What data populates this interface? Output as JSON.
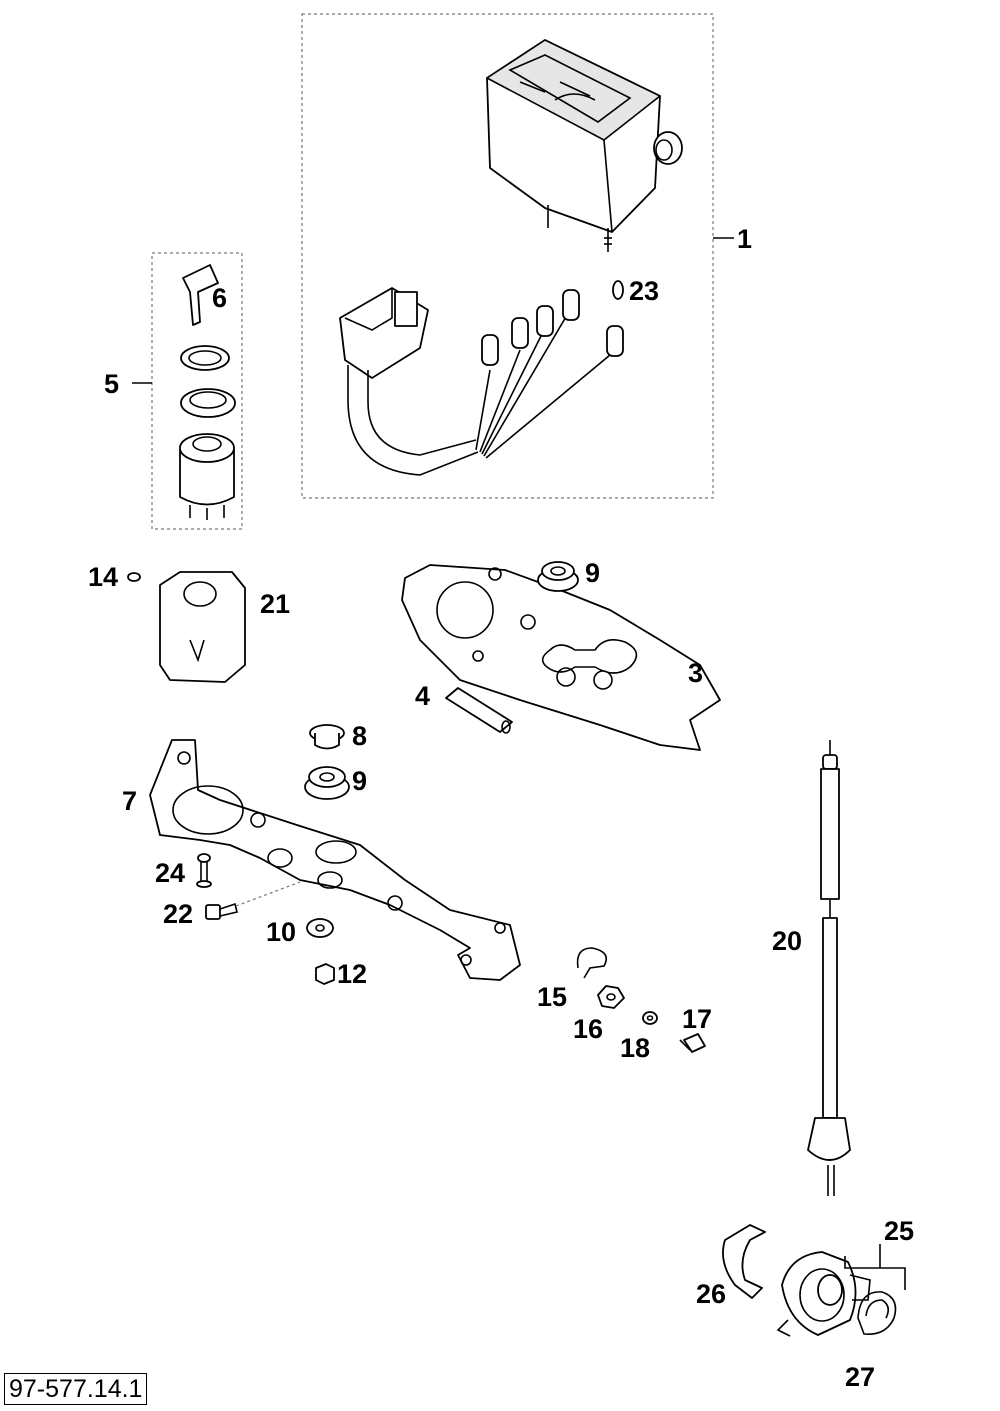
{
  "diagram": {
    "labels": {
      "p1": "1",
      "p3": "3",
      "p4": "4",
      "p5": "5",
      "p6": "6",
      "p7": "7",
      "p8": "8",
      "p9a": "9",
      "p9b": "9",
      "p10": "10",
      "p12": "12",
      "p14": "14",
      "p15": "15",
      "p16": "16",
      "p17": "17",
      "p18": "18",
      "p20": "20",
      "p21": "21",
      "p22": "22",
      "p23": "23",
      "p24": "24",
      "p25": "25",
      "p26": "26",
      "p27": "27"
    },
    "footer_code": "97-577.14.1"
  }
}
